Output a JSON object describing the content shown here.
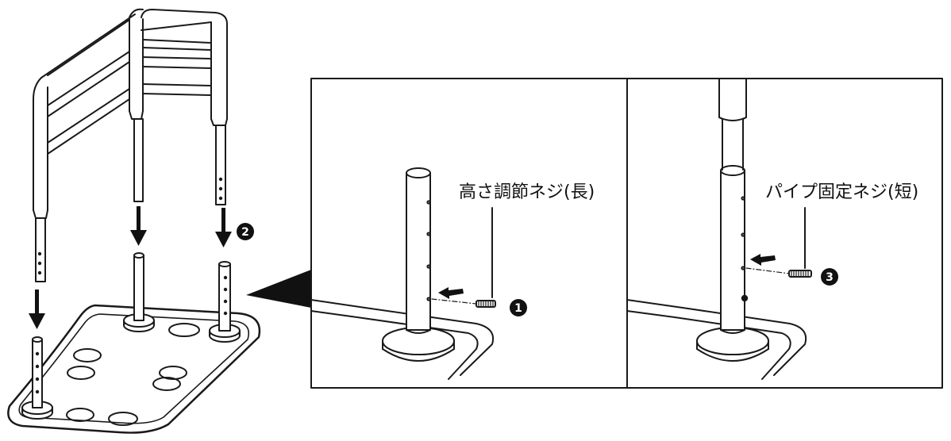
{
  "labels": {
    "height_adjust_screw": "高さ調節ネジ(長)",
    "pipe_fix_screw": "パイプ固定ネジ(短)"
  },
  "steps": {
    "step1": "1",
    "step2": "2",
    "step3": "3"
  },
  "colors": {
    "line": "#1a1a1a",
    "fill": "#ffffff",
    "badge": "#111111"
  }
}
